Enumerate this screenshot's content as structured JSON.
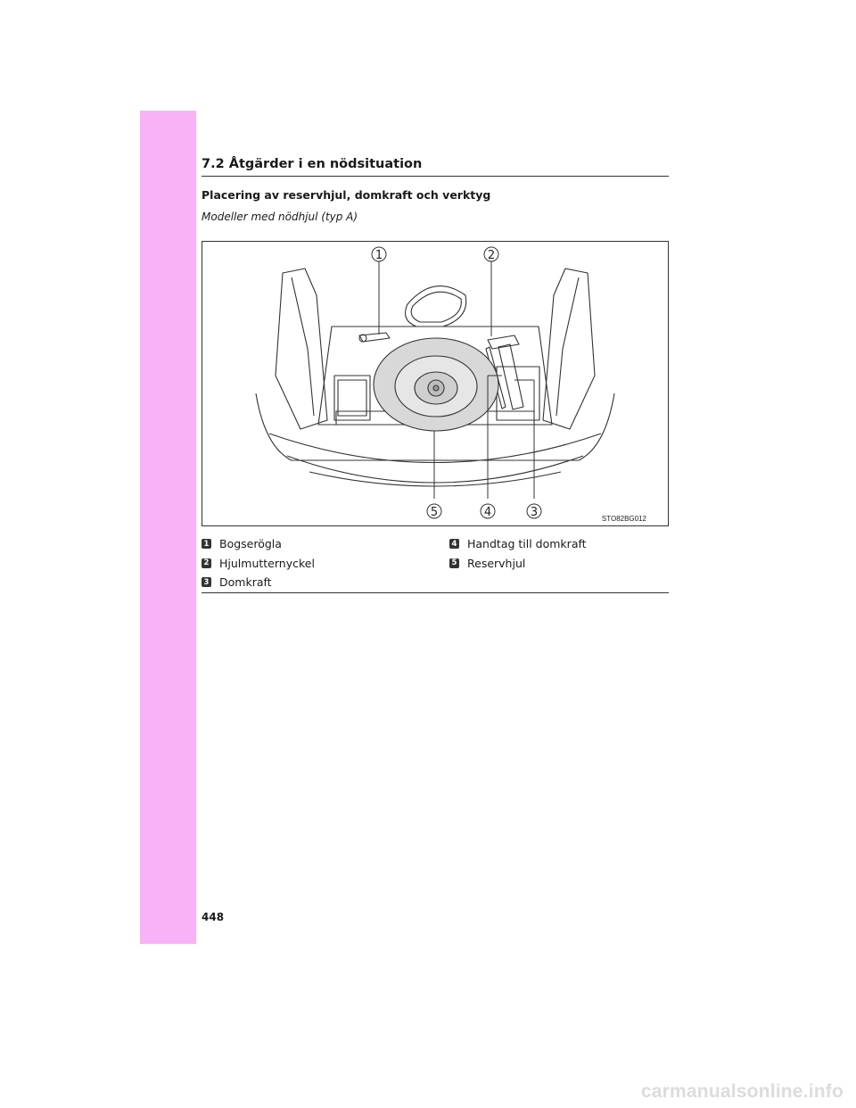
{
  "page": {
    "section_heading": "7.2  Åtgärder i en nödsituation",
    "sub_heading": "Placering av reservhjul, domkraft och verktyg",
    "model_note": "Modeller med nödhjul (typ A)",
    "figure_code": "STO82BG012",
    "callout_numbers": [
      "1",
      "2",
      "5",
      "4",
      "3"
    ],
    "legend": [
      {
        "num": "1",
        "label": "Bogserögla"
      },
      {
        "num": "2",
        "label": "Hjulmutternyckel"
      },
      {
        "num": "3",
        "label": "Domkraft"
      },
      {
        "num": "4",
        "label": "Handtag till domkraft"
      },
      {
        "num": "5",
        "label": "Reservhjul"
      }
    ],
    "page_number": "448",
    "watermark": "carmanualsonline.info"
  },
  "colors": {
    "side_tab": "#f9b2f6",
    "line": "#333333",
    "spare_wheel_fill": "#d8d8d8"
  }
}
